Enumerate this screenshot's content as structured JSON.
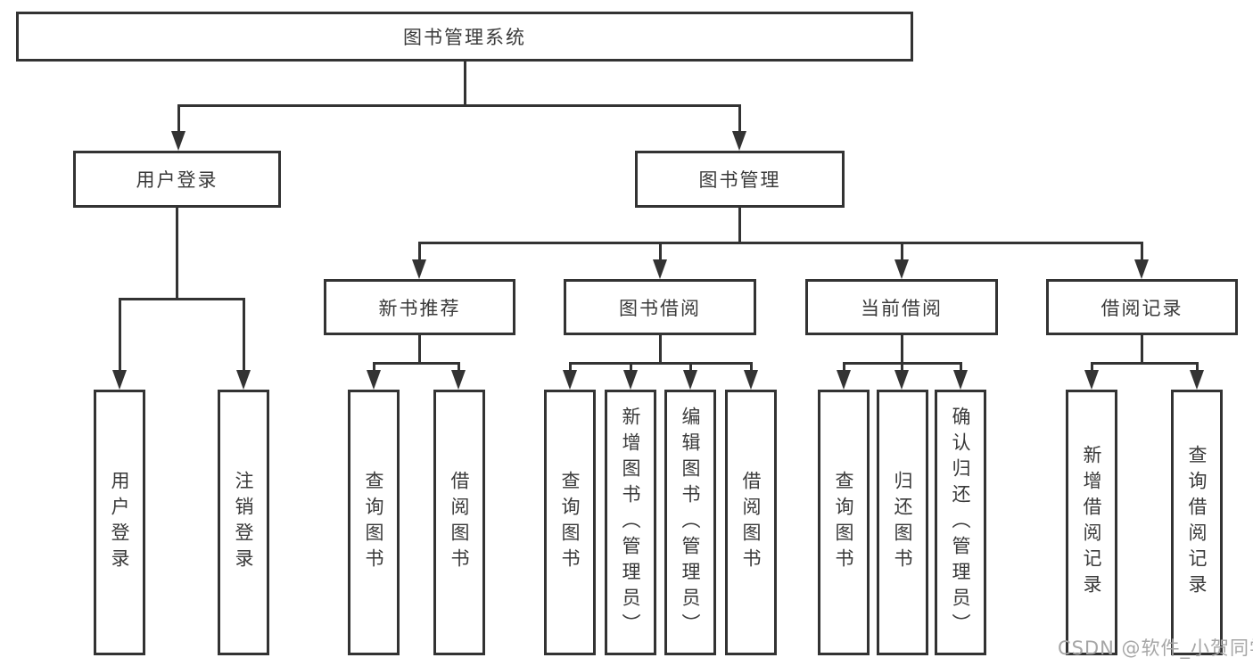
{
  "diagram_title": "图书管理系统",
  "tree": {
    "root": "图书管理系统",
    "branches": [
      {
        "name": "用户登录",
        "children": [
          "用户登录",
          "注销登录"
        ]
      },
      {
        "name": "图书管理",
        "sections": [
          {
            "name": "新书推荐",
            "children": [
              "查询图书",
              "借阅图书"
            ]
          },
          {
            "name": "图书借阅",
            "children": [
              "查询图书",
              "新增图书（管理员）",
              "编辑图书（管理员）",
              "借阅图书"
            ]
          },
          {
            "name": "当前借阅",
            "children": [
              "查询图书",
              "归还图书",
              "确认归还（管理员）"
            ]
          },
          {
            "name": "借阅记录",
            "children": [
              "新增借阅记录",
              "查询借阅记录"
            ]
          }
        ]
      }
    ]
  },
  "watermark": {
    "text": "CSDN @软件_小贺同学"
  },
  "colors": {
    "line": "#333333",
    "text": "#3a3a3a",
    "background": "#ffffff",
    "watermark": "#a6a6a6"
  }
}
